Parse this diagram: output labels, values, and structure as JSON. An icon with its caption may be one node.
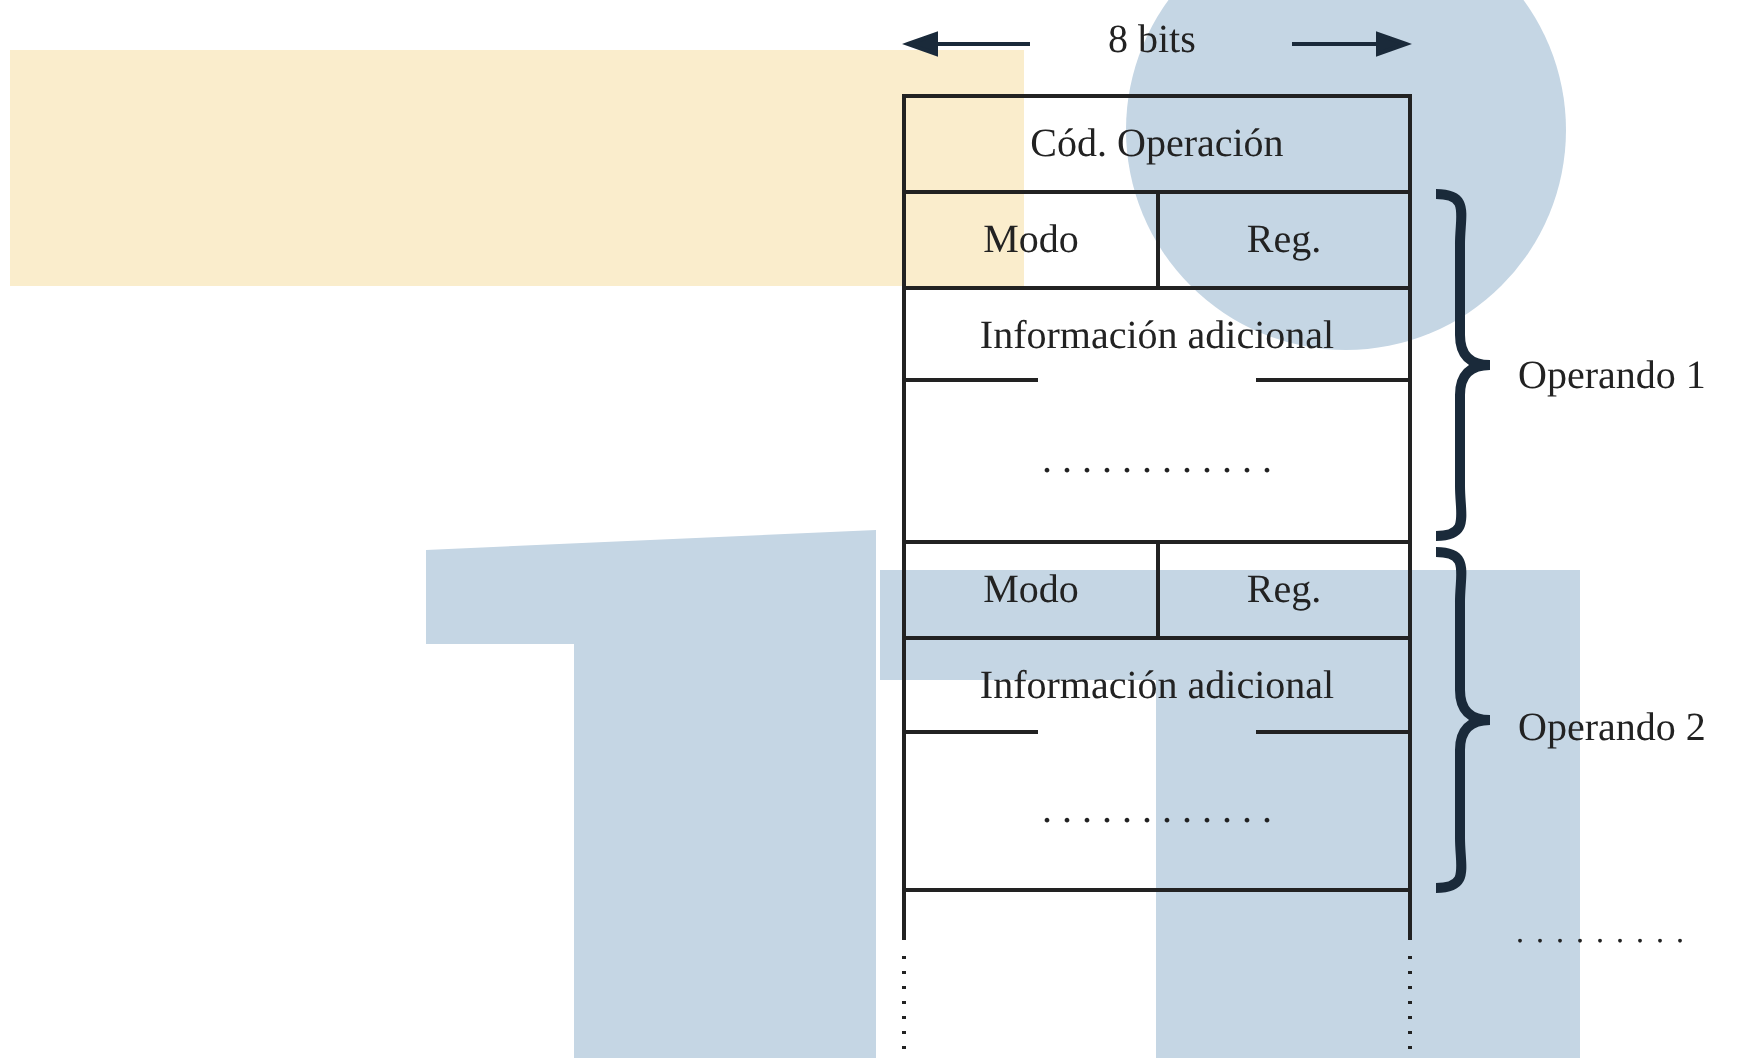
{
  "diagram": {
    "nodes": [
      {
        "text": [
          "Cód. Operación"
        ]
      },
      {
        "text": [
          "Modo"
        ]
      },
      {
        "text": [
          "Reg."
        ]
      },
      {
        "text": [
          "Información adicional"
        ]
      },
      {
        "text": [
          ". . . . . . . . . . . ."
        ]
      },
      {
        "text": [
          "Modo"
        ]
      },
      {
        "text": [
          "Reg."
        ]
      },
      {
        "text": [
          "Información adicional"
        ]
      },
      {
        "text": [
          ". . . . . . . . . . . ."
        ]
      }
    ],
    "edges": [],
    "labels": [
      "8 bits",
      "Operando 1",
      "Operando 2",
      ". . . . . . . . ."
    ]
  }
}
